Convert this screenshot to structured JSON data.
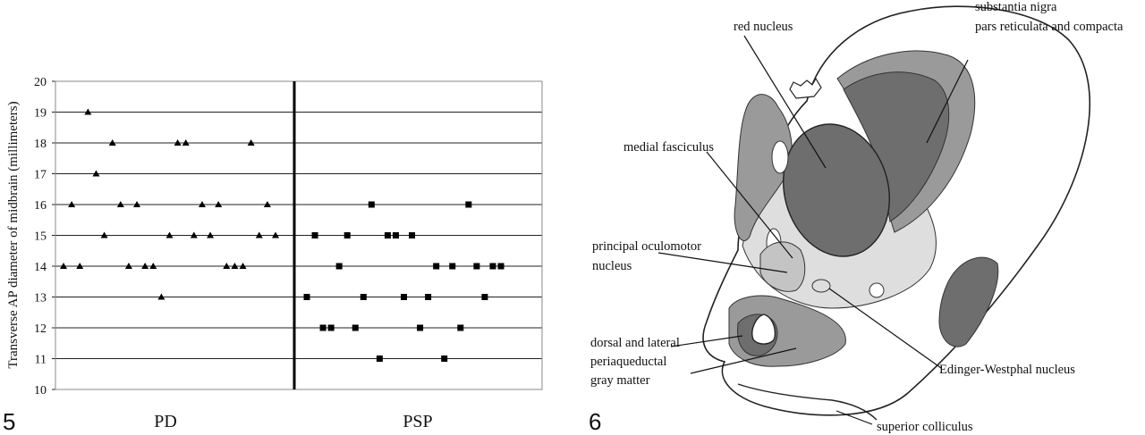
{
  "figure5": {
    "number": "5",
    "chart_data": {
      "type": "scatter",
      "ylabel": "Transverse AP diameter of midbrain (millimeters)",
      "xlabel": "",
      "ylim": [
        10,
        20
      ],
      "yticks": [
        10,
        11,
        12,
        13,
        14,
        15,
        16,
        17,
        18,
        19,
        20
      ],
      "grid": true,
      "categories": [
        "PD",
        "PSP"
      ],
      "series": [
        {
          "group": "PD",
          "marker": "triangle",
          "values": [
            14,
            16,
            14,
            19,
            17,
            15,
            18,
            16,
            14,
            16,
            14,
            14,
            13,
            15,
            18,
            18,
            15,
            16,
            15,
            16,
            14,
            14,
            14,
            18,
            15,
            16,
            15
          ]
        },
        {
          "group": "PSP",
          "marker": "square",
          "values": [
            13,
            15,
            12,
            12,
            14,
            15,
            12,
            13,
            16,
            11,
            15,
            15,
            13,
            15,
            12,
            13,
            14,
            11,
            14,
            12,
            16,
            14,
            13,
            14,
            14
          ]
        }
      ]
    }
  },
  "figure6": {
    "number": "6",
    "labels": {
      "red_nucleus": "red nucleus",
      "substantia_line1": "substantia nigra",
      "substantia_line2": "pars reticulata and compacta",
      "medial_fasciculus": "medial fasciculus",
      "principal_line1": "principal oculomotor",
      "principal_line2": "nucleus",
      "dorsal_line1": "dorsal and lateral",
      "dorsal_line2": "periaqueductal",
      "dorsal_line3": "gray matter",
      "edinger": "Edinger-Westphal nucleus",
      "superior": "superior colliculus"
    },
    "colors": {
      "dark_gray": "#6e6e6e",
      "mid_gray": "#9a9a9a",
      "light_gray": "#c4c4c4",
      "pale_gray": "#dedede"
    }
  }
}
